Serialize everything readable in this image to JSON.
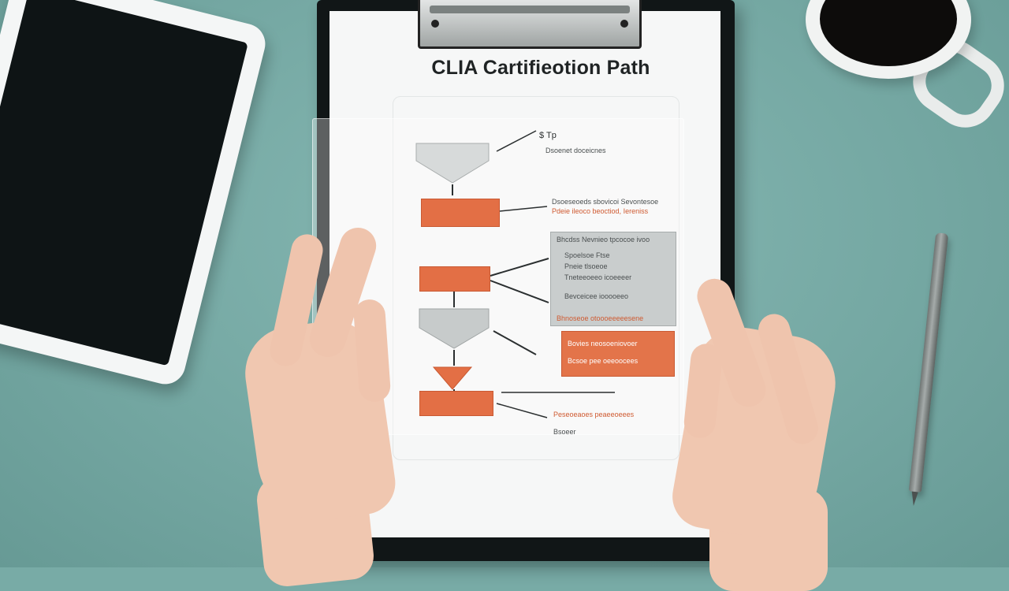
{
  "document": {
    "title": "CLIA Cartifieotion Path"
  },
  "flowchart": {
    "label_top": "$ Tp",
    "note_1": "Dsoenet doceicnes",
    "note_2a": "Dsoeseoeds sbovicoi Sevontesoe",
    "note_2b": "Pdeie ileoco beoctiod, Iereniss",
    "panel_head": "Bhcdss Nevnieo tpcocoe ivoo",
    "panel_row_1": "Spoelsoe Ftse",
    "panel_row_2": "Pneie tlsoeoe",
    "panel_row_3": "Tneteeoeeo icoeeeer",
    "panel_row_4": "Bevceicee iooooeeo",
    "panel_foot": "Bhnoseoe otoooeeeeesene",
    "box_right_1": "Bovies neosoeniovoer",
    "box_right_2": "Bcsoe pee oeeoocees",
    "note_bottom_1": "Peseoeaoes peaeeoeees",
    "note_bottom_2": "Bsoeer"
  },
  "colors": {
    "accent": "#e36f45",
    "desk": "#78aba6",
    "paper": "#f6f7f7"
  }
}
